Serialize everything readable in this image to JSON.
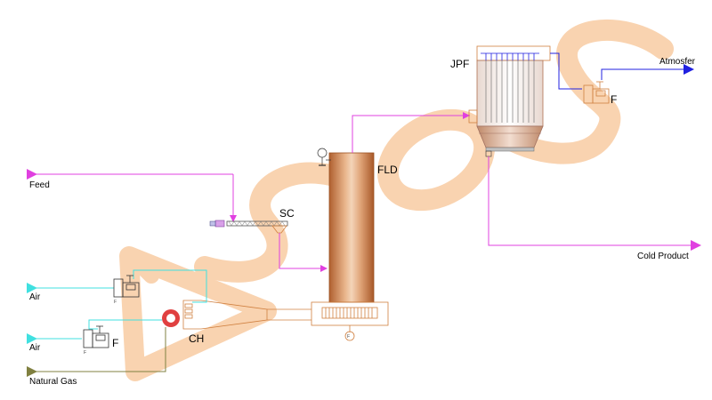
{
  "labels": {
    "feed": "Feed",
    "air_1": "Air",
    "air_2": "Air",
    "natural_gas": "Natural Gas",
    "sc": "SC",
    "fld": "FLD",
    "ch": "CH",
    "jpf": "JPF",
    "atmosfer": "Atmosfer",
    "cold_product": "Cold Product",
    "fan_tag_1": "F",
    "fan_tag_2": "F",
    "fan_tag_3": "F",
    "fan_tag_small_1": "F",
    "fan_tag_small_2": "F"
  },
  "watermark": {
    "letters": "ASOS"
  },
  "colors": {
    "feed_line": "#e040e0",
    "air_line": "#40e0e0",
    "gas_line": "#808040",
    "exhaust_line": "#2020e0",
    "equipment_outline": "#d08040",
    "dryer_body": "#c8804a",
    "burner_ring": "#e04040",
    "watermark": "#f5b070"
  }
}
